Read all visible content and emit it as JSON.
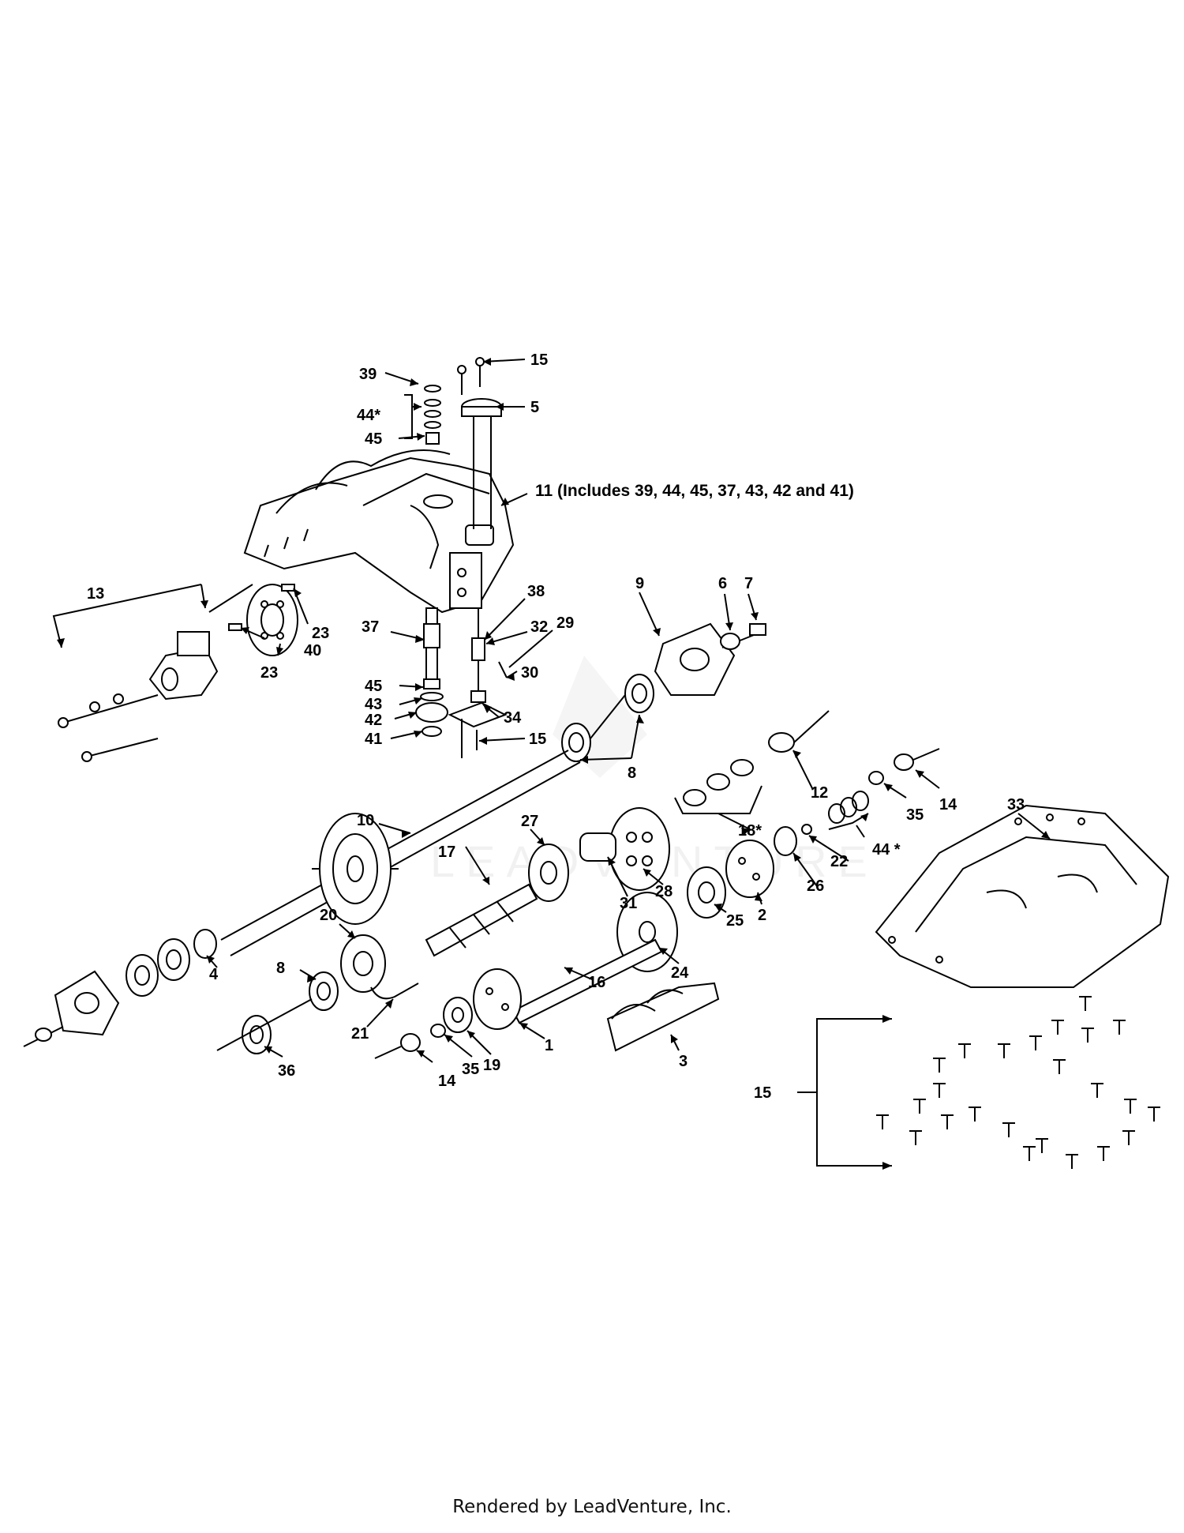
{
  "diagram": {
    "note_11": "11 (Includes 39, 44, 45, 37, 43, 42 and 41)",
    "watermark": "LEADVENTURE",
    "credit": "Rendered by LeadVenture, Inc.",
    "callouts": [
      {
        "id": "c15a",
        "text": "15"
      },
      {
        "id": "c39",
        "text": "39"
      },
      {
        "id": "c5",
        "text": "5"
      },
      {
        "id": "c44a",
        "text": "44*"
      },
      {
        "id": "c45a",
        "text": "45"
      },
      {
        "id": "c13",
        "text": "13"
      },
      {
        "id": "c23a",
        "text": "23"
      },
      {
        "id": "c23b",
        "text": "23"
      },
      {
        "id": "c40",
        "text": "40"
      },
      {
        "id": "c37",
        "text": "37"
      },
      {
        "id": "c45b",
        "text": "45"
      },
      {
        "id": "c43",
        "text": "43"
      },
      {
        "id": "c42",
        "text": "42"
      },
      {
        "id": "c41",
        "text": "41"
      },
      {
        "id": "c38",
        "text": "38"
      },
      {
        "id": "c32",
        "text": "32"
      },
      {
        "id": "c29",
        "text": "29"
      },
      {
        "id": "c30",
        "text": "30"
      },
      {
        "id": "c34",
        "text": "34"
      },
      {
        "id": "c15b",
        "text": "15"
      },
      {
        "id": "c9",
        "text": "9"
      },
      {
        "id": "c6",
        "text": "6"
      },
      {
        "id": "c7",
        "text": "7"
      },
      {
        "id": "c8a",
        "text": "8"
      },
      {
        "id": "c12",
        "text": "12"
      },
      {
        "id": "c18",
        "text": "18*"
      },
      {
        "id": "c14a",
        "text": "14"
      },
      {
        "id": "c35a",
        "text": "35"
      },
      {
        "id": "c33",
        "text": "33"
      },
      {
        "id": "c44b",
        "text": "44 *"
      },
      {
        "id": "c22",
        "text": "22"
      },
      {
        "id": "c26",
        "text": "26"
      },
      {
        "id": "c10",
        "text": "10"
      },
      {
        "id": "c27",
        "text": "27"
      },
      {
        "id": "c28",
        "text": "28"
      },
      {
        "id": "c31",
        "text": "31"
      },
      {
        "id": "c17",
        "text": "17"
      },
      {
        "id": "c2",
        "text": "2"
      },
      {
        "id": "c25",
        "text": "25"
      },
      {
        "id": "c24",
        "text": "24"
      },
      {
        "id": "c20",
        "text": "20"
      },
      {
        "id": "c4",
        "text": "4"
      },
      {
        "id": "c8b",
        "text": "8"
      },
      {
        "id": "c16",
        "text": "16"
      },
      {
        "id": "c21",
        "text": "21"
      },
      {
        "id": "c1",
        "text": "1"
      },
      {
        "id": "c3",
        "text": "3"
      },
      {
        "id": "c19",
        "text": "19"
      },
      {
        "id": "c35b",
        "text": "35"
      },
      {
        "id": "c14b",
        "text": "14"
      },
      {
        "id": "c36",
        "text": "36"
      },
      {
        "id": "c15c",
        "text": "15"
      }
    ]
  }
}
